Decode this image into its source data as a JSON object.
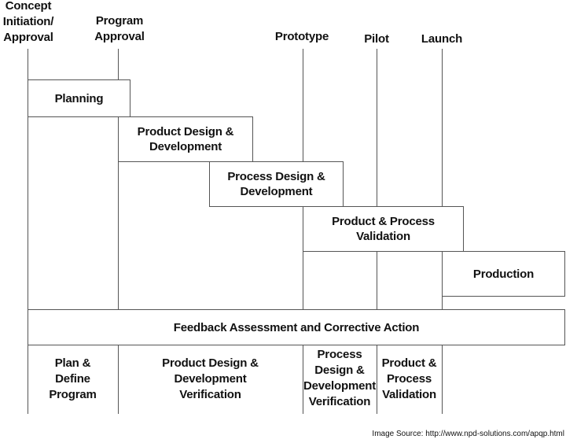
{
  "milestones": {
    "concept": "Concept\nInitiation/\nApproval",
    "program": "Program\nApproval",
    "prototype": "Prototype",
    "pilot": "Pilot",
    "launch": "Launch"
  },
  "phases": {
    "planning": "Planning",
    "product_design": "Product Design &\nDevelopment",
    "process_design": "Process Design &\nDevelopment",
    "validation": "Product & Process\nValidation",
    "production": "Production",
    "feedback": "Feedback Assessment and Corrective Action"
  },
  "outputs": {
    "plan_define": "Plan &\nDefine\nProgram",
    "product_verification": "Product Design &\nDevelopment\nVerification",
    "process_verification": "Process\nDesign &\nDevelopment\nVerification",
    "validation": "Product &\nProcess\nValidation"
  },
  "source": "Image Source: http://www.npd-solutions.com/apqp.html"
}
